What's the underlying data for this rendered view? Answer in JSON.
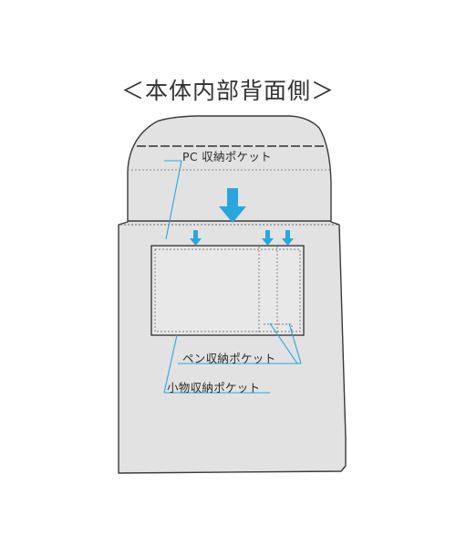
{
  "diagram": {
    "title": "＜本体内部背面側＞",
    "labels": {
      "pc_pocket": "PC 収納ポケット",
      "pen_pocket": "ペン収納ポケット",
      "accessory_pocket": "小物収納ポケット"
    },
    "colors": {
      "body_fill": "#e2e2e2",
      "body_stroke": "#3a3a3a",
      "arrow": "#2aa6df",
      "leader": "#2aa6df",
      "stitch": "#555555"
    }
  }
}
